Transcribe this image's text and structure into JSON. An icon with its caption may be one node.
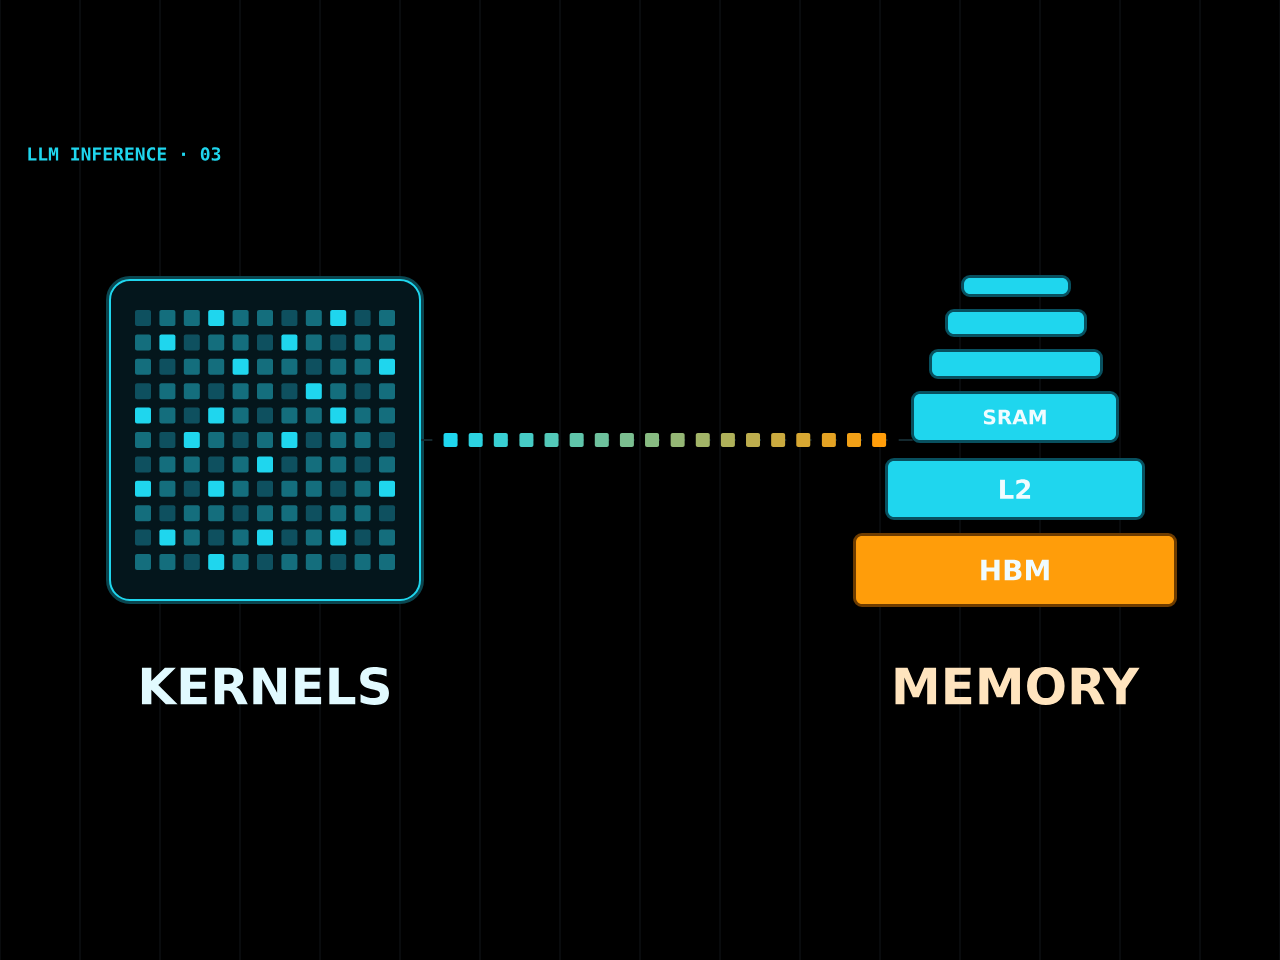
{
  "diagram": {
    "nodes": [
      {
        "text": [
          "KERNELS"
        ]
      },
      {
        "text": [],
        "shape": "bar"
      },
      {
        "text": [],
        "shape": "bar"
      },
      {
        "text": [],
        "shape": "bar"
      },
      {
        "text": [
          "SRAM"
        ]
      },
      {
        "text": [
          "L2"
        ]
      },
      {
        "text": [
          "HBM"
        ]
      }
    ],
    "edges": [
      {
        "from": 0,
        "to": 4,
        "arrow": "none",
        "style": "dashed"
      }
    ],
    "labels": [
      "LLM INFERENCE · 03",
      "MEMORY"
    ]
  }
}
